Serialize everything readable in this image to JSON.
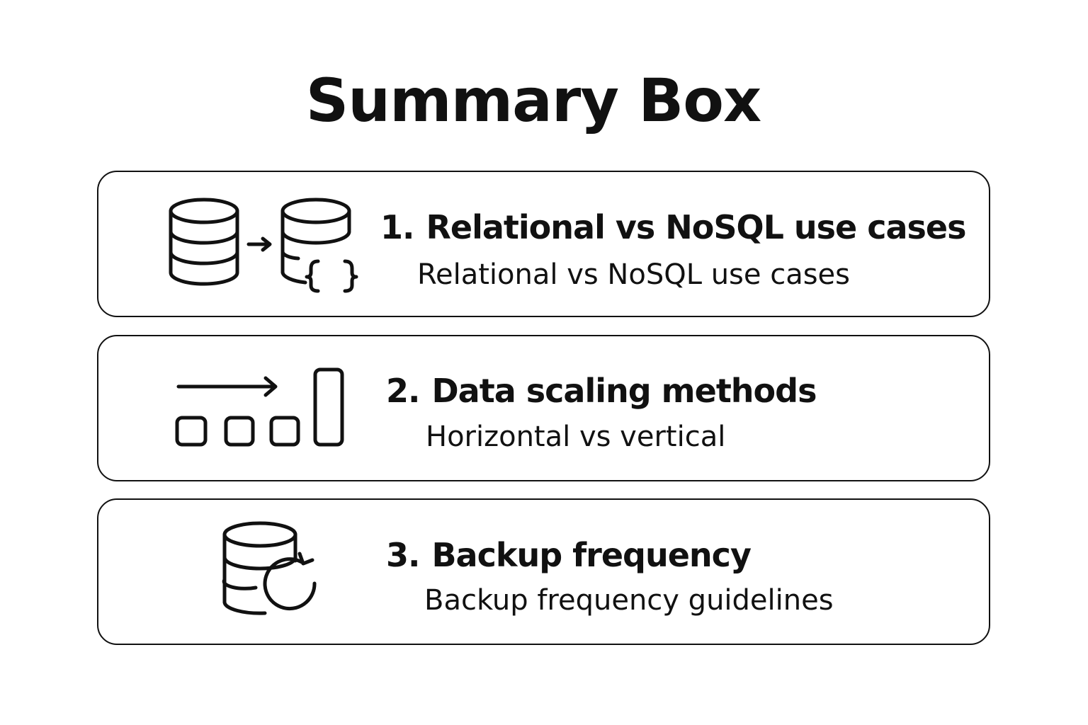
{
  "title": "Summary Box",
  "items": [
    {
      "number": "1.",
      "heading": "Relational vs NoSQL use cases",
      "description": "Relational vs NoSQL use cases",
      "icon": "database-to-json-database-icon"
    },
    {
      "number": "2.",
      "heading": "Data scaling methods",
      "description": "Horizontal vs vertical",
      "icon": "scaling-icon"
    },
    {
      "number": "3.",
      "heading": "Backup frequency",
      "description": "Backup frequency guidelines",
      "icon": "database-refresh-icon"
    }
  ],
  "colors": {
    "ink": "#111111",
    "background": "#ffffff"
  }
}
